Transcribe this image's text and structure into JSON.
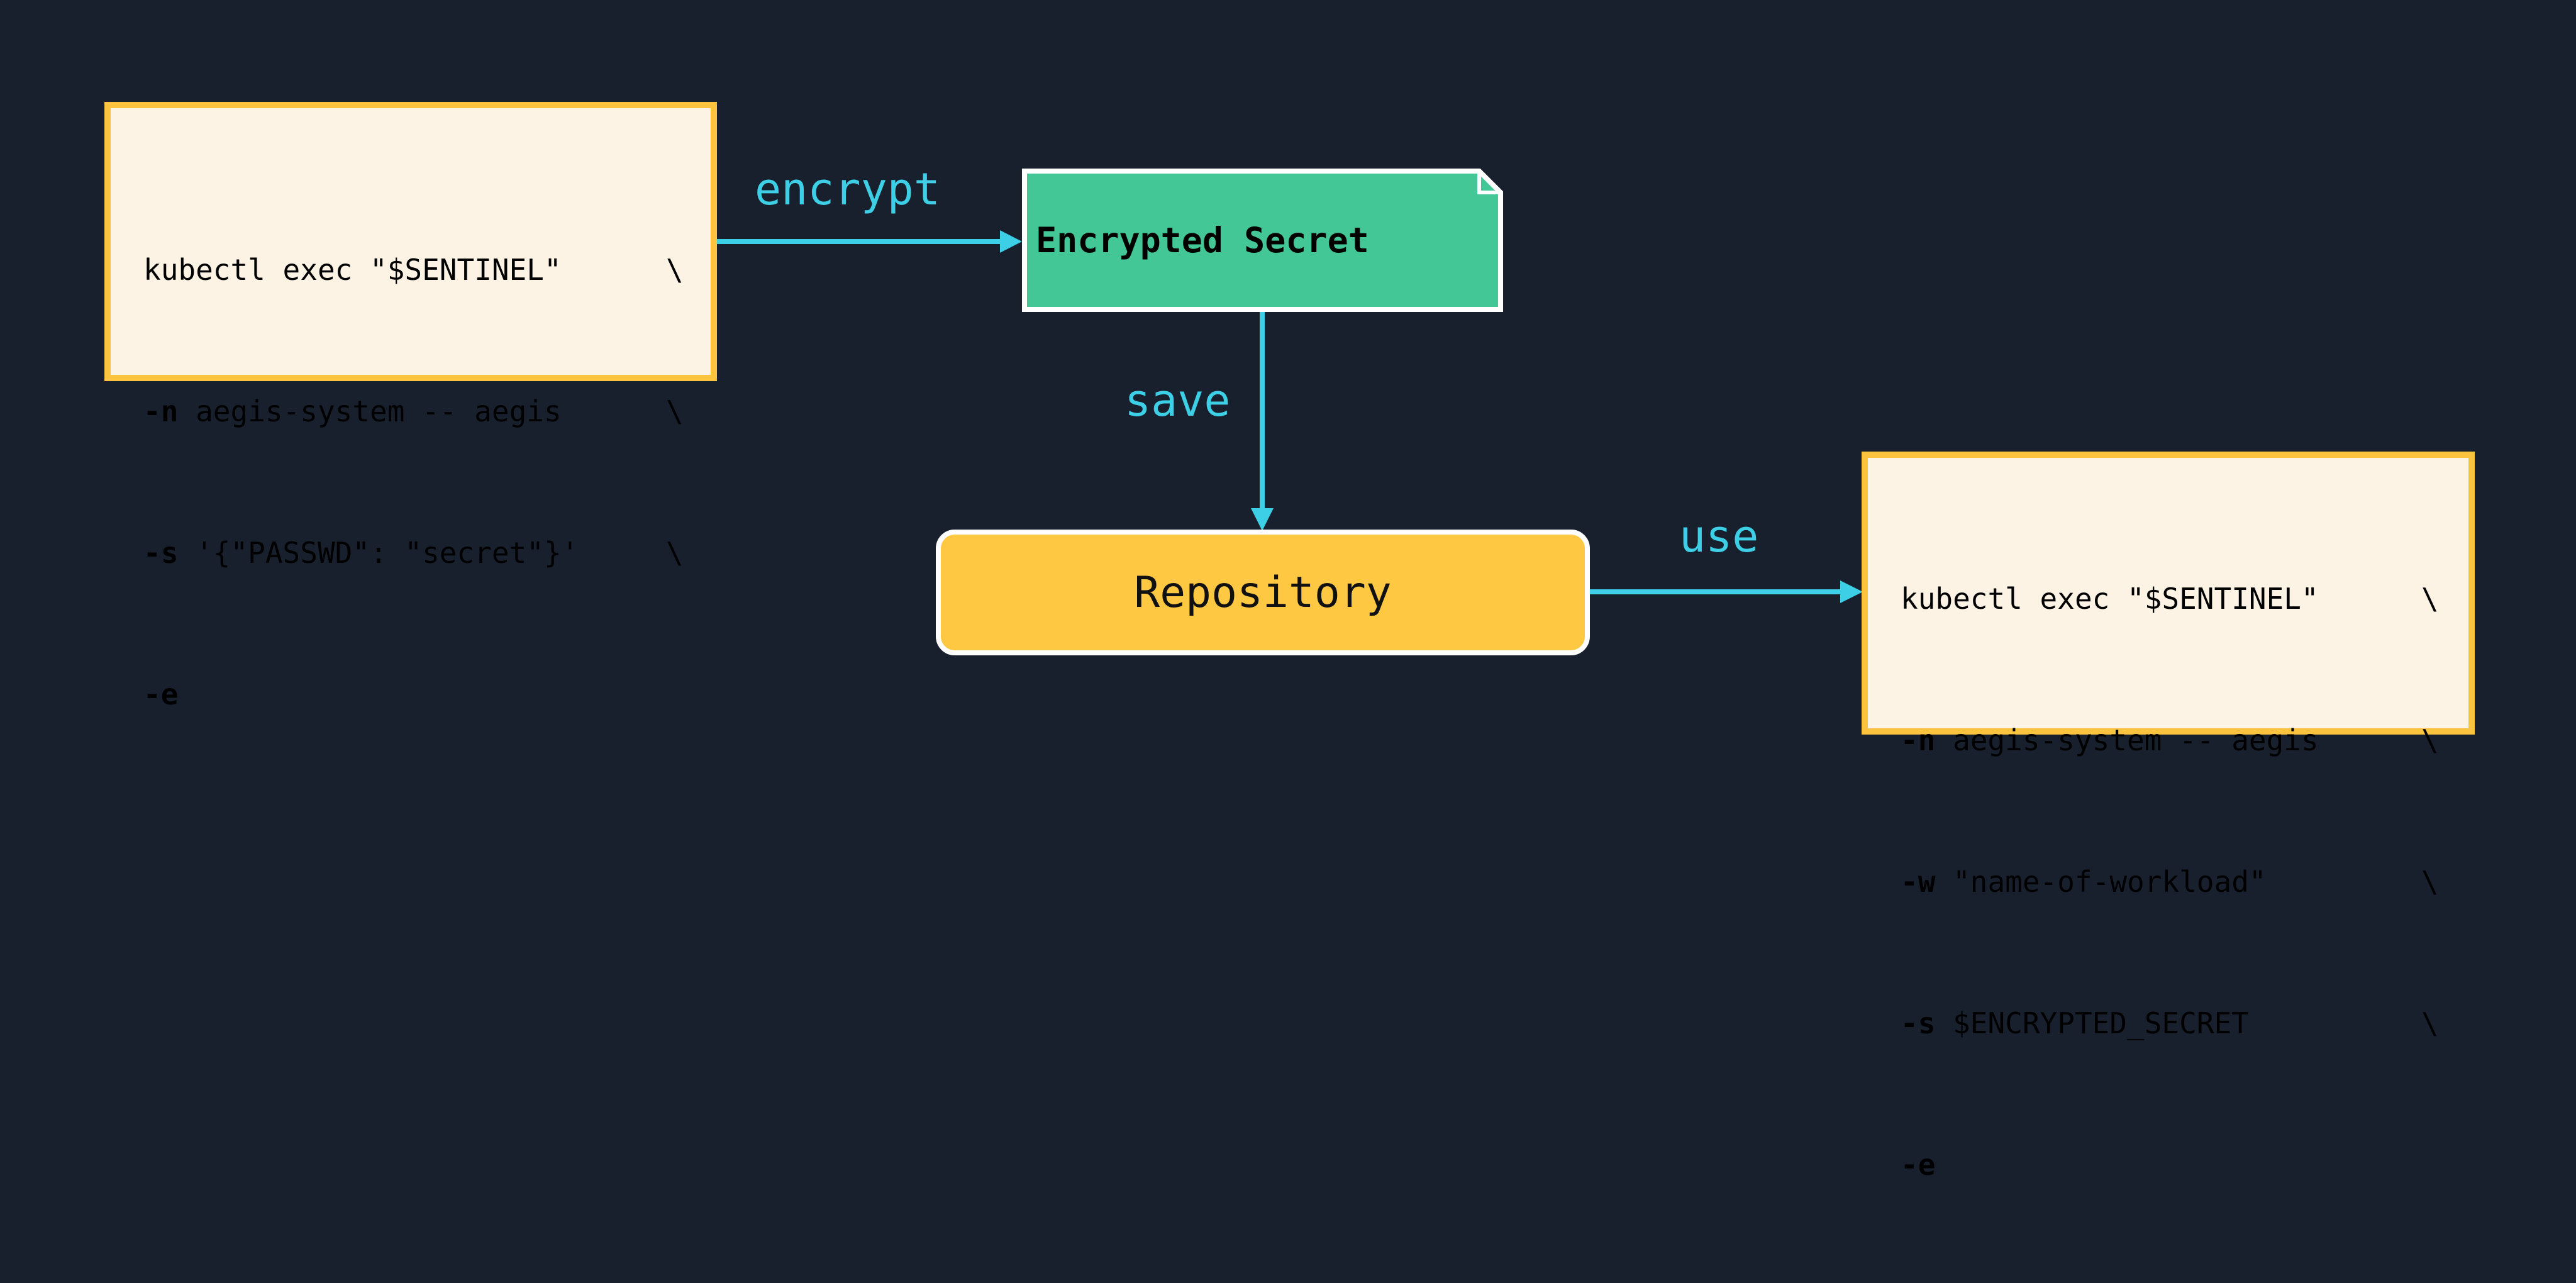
{
  "colors": {
    "background": "#18202d",
    "arrow": "#3ccfe6",
    "code_box_fill": "#fdf3e5",
    "code_box_border": "#fcc33f",
    "secret_fill": "#43c796",
    "repository_fill": "#fec843"
  },
  "encrypt_command": {
    "lines": [
      {
        "flag": "",
        "text": "kubectl exec \"$SENTINEL\"",
        "slash": "\\"
      },
      {
        "flag": "-n",
        "text": " aegis-system -- aegis",
        "slash": "\\"
      },
      {
        "flag": "-s",
        "text": " '{\"PASSWD\": \"secret\"}'",
        "slash": "\\"
      },
      {
        "flag": "-e",
        "text": "",
        "slash": ""
      }
    ]
  },
  "use_command": {
    "lines": [
      {
        "flag": "",
        "text": "kubectl exec \"$SENTINEL\"",
        "slash": "\\"
      },
      {
        "flag": "-n",
        "text": " aegis-system -- aegis",
        "slash": "\\"
      },
      {
        "flag": "-w",
        "text": " \"name-of-workload\"",
        "slash": "\\"
      },
      {
        "flag": "-s",
        "text": " $ENCRYPTED_SECRET",
        "slash": "\\"
      },
      {
        "flag": "-e",
        "text": "",
        "slash": ""
      }
    ]
  },
  "nodes": {
    "secret": "Encrypted Secret",
    "repository": "Repository"
  },
  "edges": {
    "encrypt": "encrypt",
    "save": "save",
    "use": "use"
  }
}
